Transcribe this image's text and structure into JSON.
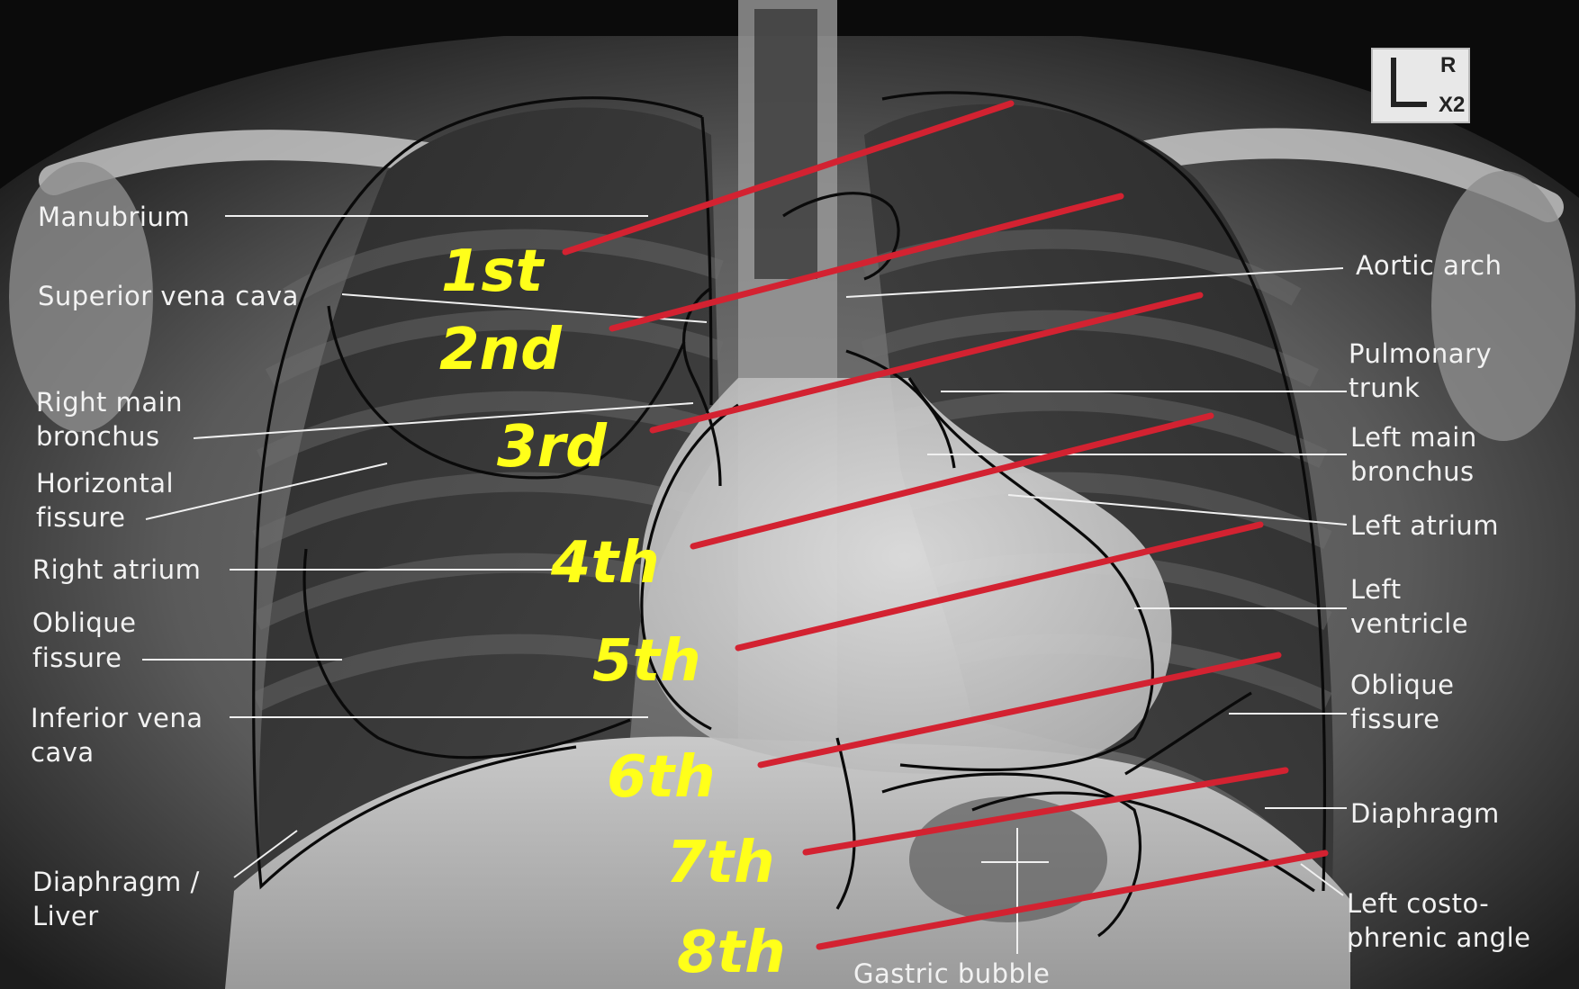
{
  "image": {
    "subject": "Chest X-ray, PA view",
    "colors": {
      "background": "#0b0b0b",
      "label_text": "#f2f2f2",
      "leader_line": "#f0f0f0",
      "outline": "#0a0a0a",
      "rib_line": "#d32231",
      "rib_text": "#ffff1a"
    }
  },
  "marker": {
    "lines": [
      "R",
      "X2"
    ]
  },
  "labels_left": [
    {
      "lines": [
        "Manubrium"
      ]
    },
    {
      "lines": [
        "Superior vena cava"
      ]
    },
    {
      "lines": [
        "Right main",
        "bronchus"
      ]
    },
    {
      "lines": [
        "Horizontal",
        "fissure"
      ]
    },
    {
      "lines": [
        "Right atrium"
      ]
    },
    {
      "lines": [
        "Oblique",
        "fissure"
      ]
    },
    {
      "lines": [
        "Inferior vena",
        "cava"
      ]
    },
    {
      "lines": [
        "Diaphragm /",
        "Liver"
      ]
    }
  ],
  "labels_right": [
    {
      "lines": [
        "Aortic arch"
      ]
    },
    {
      "lines": [
        "Pulmonary",
        "trunk"
      ]
    },
    {
      "lines": [
        "Left main",
        "bronchus"
      ]
    },
    {
      "lines": [
        "Left atrium"
      ]
    },
    {
      "lines": [
        "Left",
        "ventricle"
      ]
    },
    {
      "lines": [
        "Oblique",
        "fissure"
      ]
    },
    {
      "lines": [
        "Diaphragm"
      ]
    },
    {
      "lines": [
        "Left costo-",
        "phrenic angle"
      ]
    }
  ],
  "labels_bottom": [
    {
      "lines": [
        "Gastric bubble"
      ]
    }
  ],
  "ribs": [
    "1st",
    "2nd",
    "3rd",
    "4th",
    "5th",
    "6th",
    "7th",
    "8th"
  ]
}
